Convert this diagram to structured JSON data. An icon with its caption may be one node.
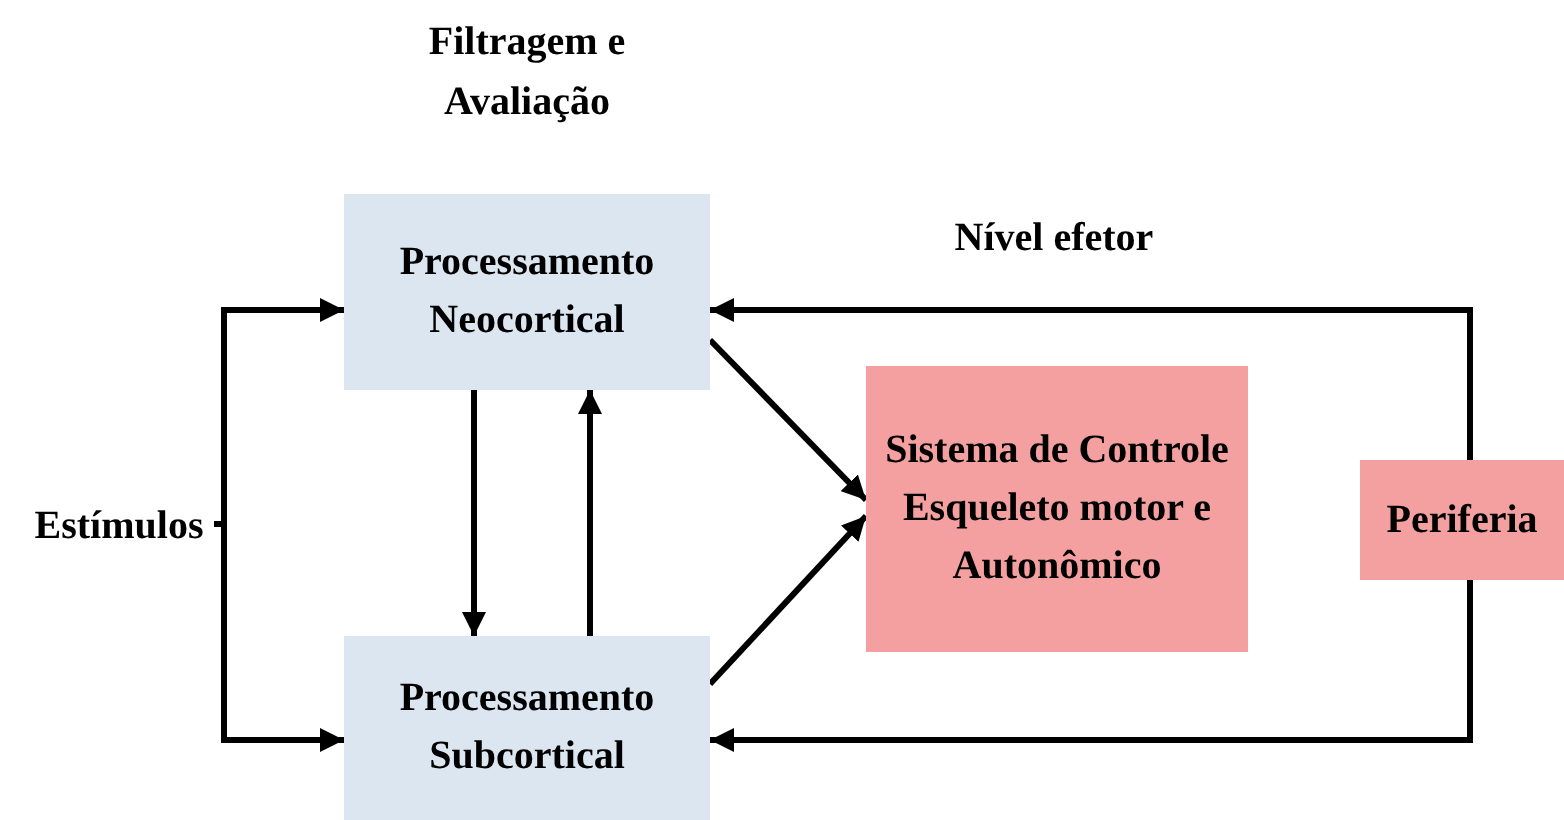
{
  "diagram": {
    "nodes": [
      {
        "text": [
          "Processamento Neocortical"
        ],
        "beside": [
          "Filtragem e Avaliação"
        ]
      },
      {
        "text": [
          "Processamento Subcortical"
        ]
      },
      {
        "text": [
          "Sistema de Controle Esqueleto motor e Autonômico"
        ]
      },
      {
        "text": [
          "Periferia"
        ]
      },
      {
        "text": [
          "Estímulos"
        ]
      }
    ],
    "edges": [
      {
        "from": 4,
        "to": 0,
        "arrow": "to"
      },
      {
        "from": 4,
        "to": 1,
        "arrow": "to"
      },
      {
        "from": 0,
        "to": 1,
        "arrow": "to"
      },
      {
        "from": 1,
        "to": 0,
        "arrow": "to"
      },
      {
        "from": 0,
        "to": 2,
        "arrow": "to"
      },
      {
        "from": 1,
        "to": 2,
        "arrow": "to"
      },
      {
        "from": 3,
        "to": 0,
        "arrow": "to"
      },
      {
        "from": 3,
        "to": 1,
        "arrow": "to"
      }
    ],
    "labels": [
      "Nível efetor"
    ]
  }
}
